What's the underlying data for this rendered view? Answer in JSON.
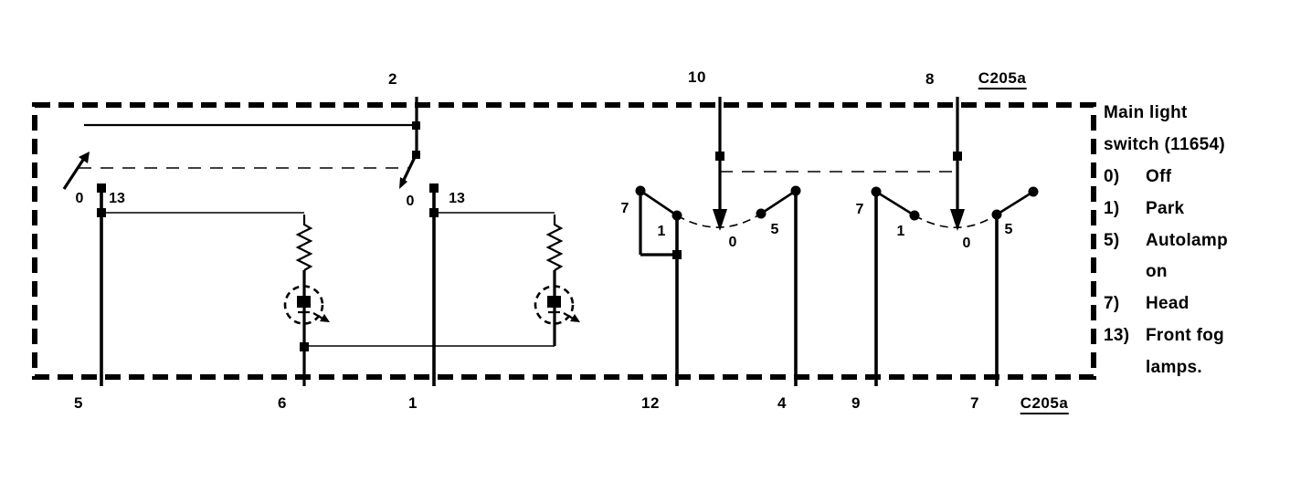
{
  "colors": {
    "ink": "#000000",
    "background": "#ffffff"
  },
  "diagram": {
    "connector_top": "C205a",
    "connector_bottom": "C205a",
    "top_pins": [
      {
        "id": "2"
      },
      {
        "id": "10"
      },
      {
        "id": "8"
      }
    ],
    "bottom_pins": [
      {
        "id": "5"
      },
      {
        "id": "6"
      },
      {
        "id": "1"
      },
      {
        "id": "12"
      },
      {
        "id": "4"
      },
      {
        "id": "9"
      },
      {
        "id": "7"
      }
    ],
    "switches": {
      "fog_left": {
        "pos0": "0",
        "pos13": "13"
      },
      "fog_right": {
        "pos0": "0",
        "pos13": "13"
      },
      "rotary_left": {
        "pos7": "7",
        "pos1": "1",
        "pos0": "0",
        "pos5": "5"
      },
      "rotary_right": {
        "pos7": "7",
        "pos1": "1",
        "pos0": "0",
        "pos5": "5"
      }
    }
  },
  "legend": {
    "title_line1": "Main light",
    "title_line2": "switch (11654)",
    "rows": [
      {
        "key": "0)",
        "label": "Off"
      },
      {
        "key": "1)",
        "label": "Park"
      },
      {
        "key": "5)",
        "label": "Autolamp"
      },
      {
        "key": "",
        "label": "on"
      },
      {
        "key": "7)",
        "label": "Head"
      },
      {
        "key": "13)",
        "label": "Front fog"
      },
      {
        "key": "",
        "label": "lamps."
      }
    ]
  }
}
